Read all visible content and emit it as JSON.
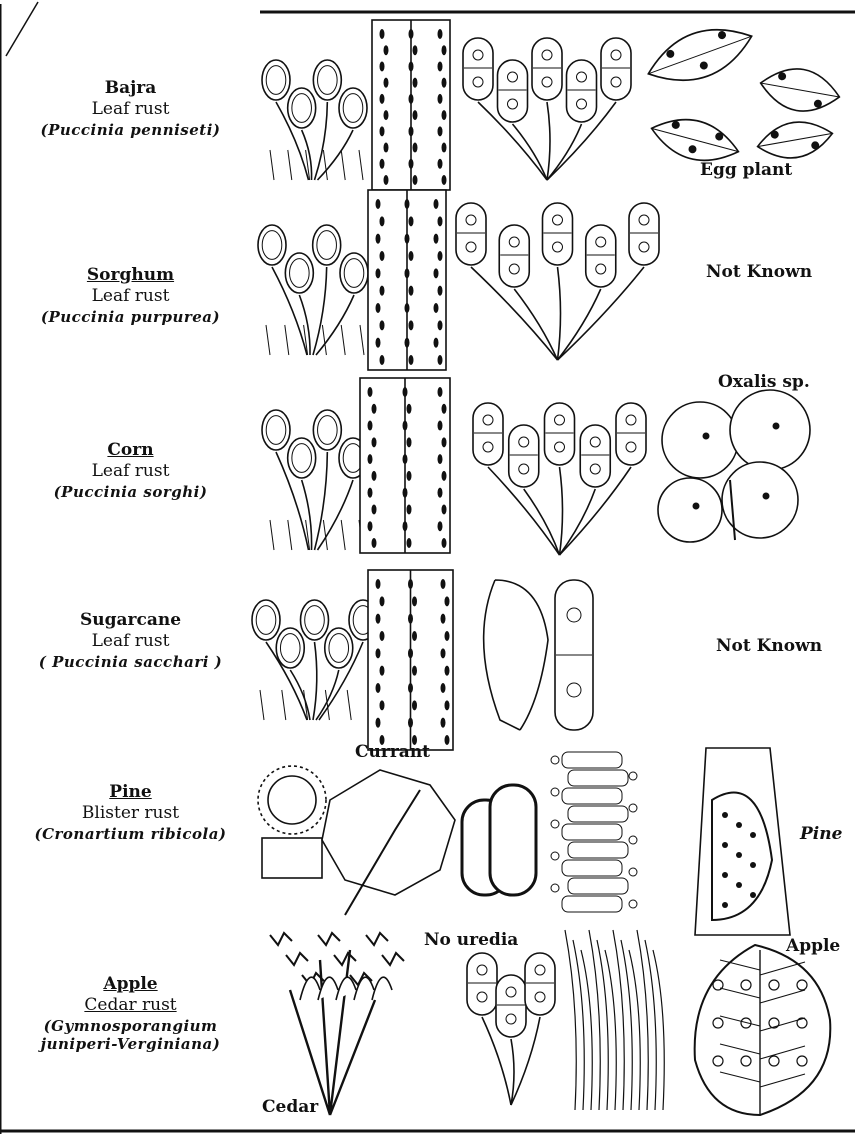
{
  "rows": [
    {
      "crop": "Bajra",
      "disease": "Leaf rust",
      "pathogen": "(Puccinia penniseti)",
      "alternate_host": "Egg plant"
    },
    {
      "crop": "Sorghum",
      "disease": "Leaf rust",
      "pathogen": "(Puccinia purpurea)",
      "alternate_host": "Not Known"
    },
    {
      "crop": "Corn",
      "disease": "Leaf rust",
      "pathogen": "(Puccinia sorghi)",
      "alternate_host": "Oxalis sp."
    },
    {
      "crop": "Sugarcane",
      "disease": "Leaf rust",
      "pathogen": "( Puccinia sacchari )",
      "alternate_host": "Not Known"
    },
    {
      "crop": "Pine",
      "disease": "Blister rust",
      "pathogen": "(Cronartium ribicola)",
      "alternate_host": "Pine"
    },
    {
      "crop": "Apple",
      "disease": "Cedar rust",
      "pathogen_line1": "(Gymnosporangium",
      "pathogen_line2": "juniperi-Verginiana)",
      "alternate_host": "Apple"
    }
  ],
  "notes": {
    "currant": "Currant",
    "no_uredia": "No uredia",
    "cedar": "Cedar"
  },
  "colors": {
    "ink": "#111111",
    "paper": "#ffffff"
  }
}
